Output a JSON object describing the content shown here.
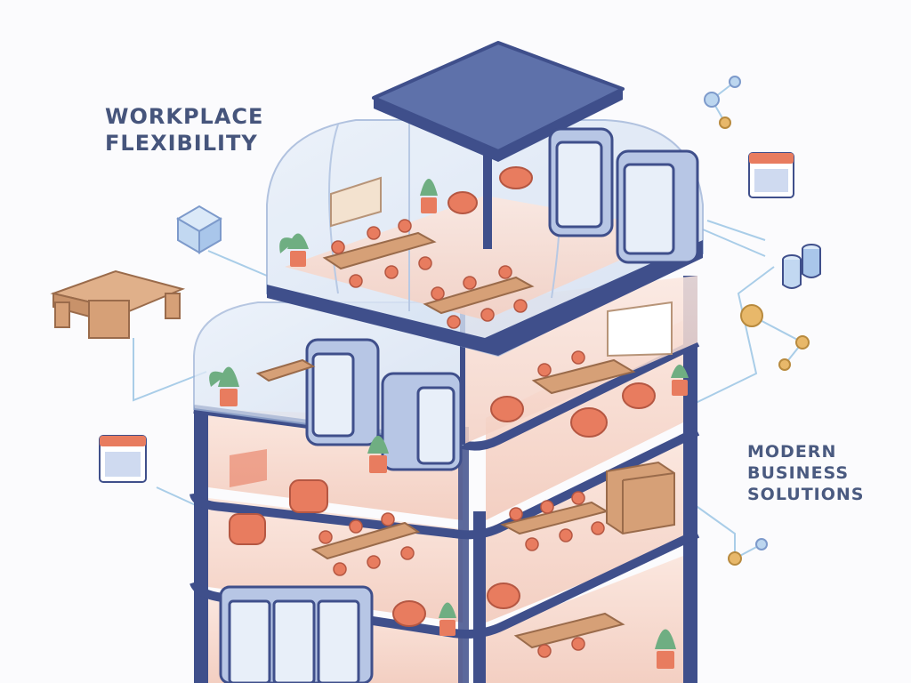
{
  "headlines": {
    "left": [
      "WORKPLACE",
      "FLEXIBILITY"
    ],
    "right": [
      "MODERN",
      "BUSINESS",
      "SOLUTIONS"
    ]
  },
  "colors": {
    "frame": "#3f4f8b",
    "roof": "#5e71aa",
    "floor": "#f6dcd3",
    "glass": "#dbe7f5",
    "accent_orange": "#e87c5f",
    "wood": "#d6a077",
    "plant": "#6fae82",
    "connector": "#a9cde8",
    "node_gold": "#e8b86a",
    "node_blue": "#bcd6ef",
    "text": "#46557c"
  },
  "icons": [
    "cube-icon",
    "desk-icon",
    "calendar-icon",
    "network-node-icon",
    "database-cylinder-icon"
  ]
}
